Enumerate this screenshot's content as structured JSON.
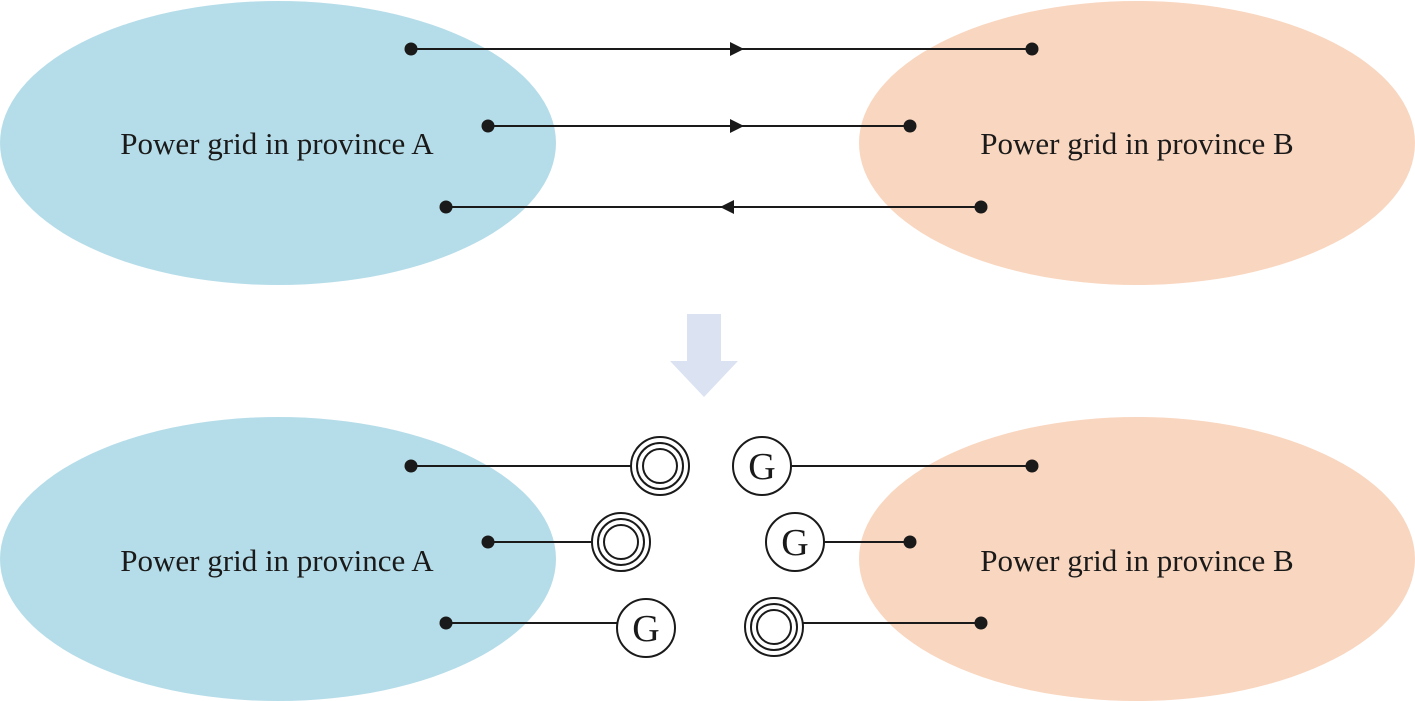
{
  "colors": {
    "province_a": "#b5dde9",
    "province_b": "#f9d6bf",
    "transition_arrow": "#dbe3f3",
    "line": "#1a1a1a"
  },
  "top": {
    "province_a_label": "Power grid in province A",
    "province_b_label": "Power grid in province B"
  },
  "bottom": {
    "province_a_label": "Power grid in province A",
    "province_b_label": "Power grid in province B",
    "generator_label": "G"
  },
  "top_connections": [
    {
      "direction": "A-to-B"
    },
    {
      "direction": "A-to-B"
    },
    {
      "direction": "B-to-A"
    }
  ],
  "bottom_connections": [
    {
      "a_side": "load",
      "b_side": "generator"
    },
    {
      "a_side": "load",
      "b_side": "generator"
    },
    {
      "a_side": "generator",
      "b_side": "load"
    }
  ]
}
